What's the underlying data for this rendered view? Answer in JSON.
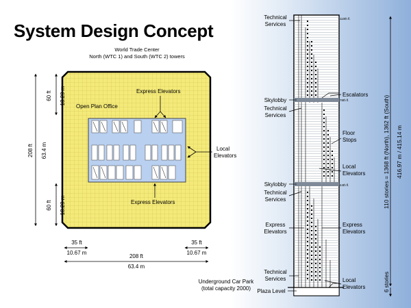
{
  "title": "System Design Concept",
  "subtitle_line1": "World Trade Center",
  "subtitle_line2": "North (WTC 1) and South (WTC 2) towers",
  "colors": {
    "floor_fill": "#f4ea7a",
    "floor_grid": "#cabf4a",
    "core_fill": "#b9d0f0",
    "shaft_fill": "#ffffff",
    "accent_gray": "#7f8a99",
    "border": "#000000"
  },
  "plan": {
    "dim_left_top_ft": "60 ft",
    "dim_left_top_m": "18.29 m",
    "dim_left_total_ft": "208 ft",
    "dim_left_total_m": "63.4 m",
    "dim_left_bottom_ft": "60 ft",
    "dim_left_bottom_m": "18.29 m",
    "dim_bottom_left_ft": "35 ft",
    "dim_bottom_left_m": "10.67 m",
    "dim_bottom_right_ft": "35 ft",
    "dim_bottom_right_m": "10.67 m",
    "dim_bottom_total_ft": "208 ft",
    "dim_bottom_total_m": "63.4 m",
    "label_open_plan": "Open Plan Office",
    "label_express_top": "Express Elevators",
    "label_express_bottom": "Express Elevators",
    "label_local_line1": "Local",
    "label_local_line2": "Elevators"
  },
  "section": {
    "technical_services_1": [
      "Technical",
      "Services"
    ],
    "skylobby_1": "Skylobby",
    "technical_services_2": [
      "Technical",
      "Services"
    ],
    "skylobby_2": "Skylobby",
    "technical_services_3": [
      "Technical",
      "Services"
    ],
    "express_elevators_left": [
      "Express",
      "Elevators"
    ],
    "technical_services_4": [
      "Technical",
      "Services"
    ],
    "plaza_level": "Plaza Level",
    "car_park": [
      "Underground Car Park",
      "(total capacity 2000)"
    ],
    "floor_110": "110th fl.",
    "floor_78": "78th fl.",
    "floor_44": "44th fl.",
    "escalators": "Escalators",
    "floor_stops": [
      "Floor",
      "Stops"
    ],
    "local_elevators_mid": [
      "Local",
      "Elevators"
    ],
    "express_elevators_right": [
      "Express",
      "Elevators"
    ],
    "local_elevators_bottom": [
      "Local",
      "Elevators"
    ],
    "height_line1": "110 stories = 1368 ft (North), 1362 ft (South)",
    "height_line2": "416.97 m / 415.14 m",
    "basement": "6 stories"
  }
}
